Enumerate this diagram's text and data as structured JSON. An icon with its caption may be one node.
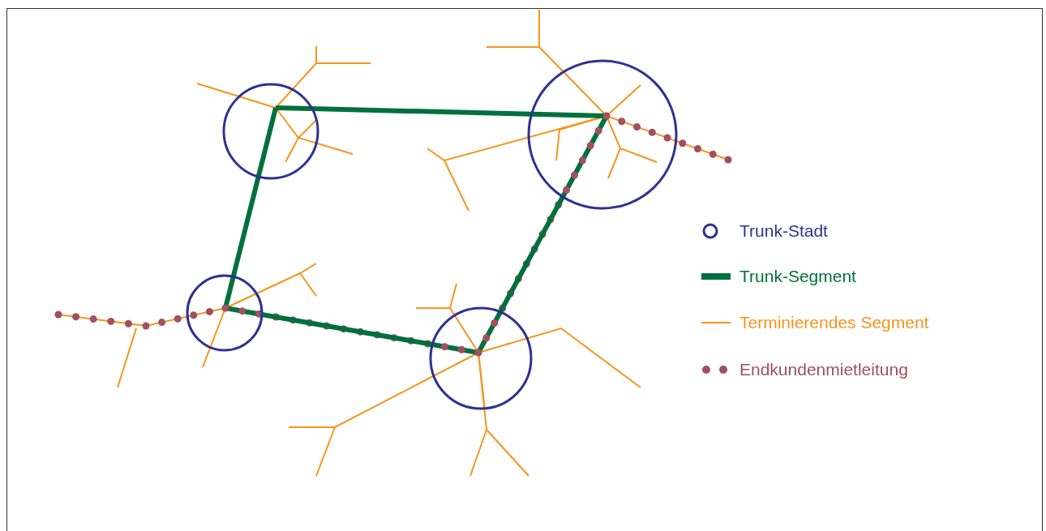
{
  "diagram": {
    "nodes": [
      {
        "text": [],
        "shape": "circle"
      },
      {
        "text": [],
        "shape": "circle"
      },
      {
        "text": [],
        "shape": "circle"
      },
      {
        "text": [],
        "shape": "circle"
      }
    ],
    "edges": [
      {
        "from": 0,
        "to": 1,
        "arrow": "none"
      },
      {
        "from": 0,
        "to": 2,
        "arrow": "none"
      },
      {
        "from": 2,
        "to": 3,
        "arrow": "none"
      },
      {
        "from": 3,
        "to": 1,
        "arrow": "none"
      }
    ],
    "legend": [
      {
        "text": "Trunk-Stadt"
      },
      {
        "text": "Trunk-Segment"
      },
      {
        "text": "Terminierendes Segment"
      },
      {
        "text": "Endkundenmietleitung"
      }
    ]
  }
}
